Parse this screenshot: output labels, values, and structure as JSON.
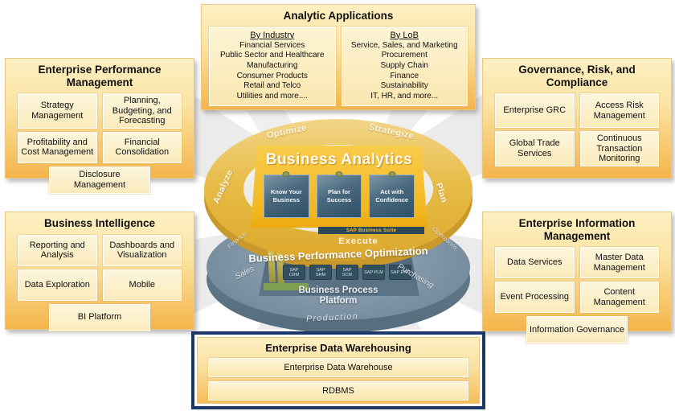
{
  "colors": {
    "panel_gradient_top": "#FDF0C2",
    "panel_gradient_bottom": "#F4B44A",
    "item_chip_bg": "#FCF1CC",
    "highlight_border": "#1B3768",
    "ring_gold": "#E5B73E",
    "disc_blue": "#7E94A4",
    "card_blue": "#3F6076"
  },
  "panels": {
    "analytic_applications": {
      "title": "Analytic Applications",
      "columns": [
        {
          "heading": "By Industry",
          "items": [
            "Financial Services",
            "Public Sector and Healthcare",
            "Manufacturing",
            "Consumer Products",
            "Retail and Telco",
            "Utilities and more...."
          ]
        },
        {
          "heading": "By LoB",
          "items": [
            "Service, Sales, and Marketing",
            "Procurement",
            "Supply Chain",
            "Finance",
            "Sustainability",
            "IT, HR, and more..."
          ]
        }
      ]
    },
    "enterprise_performance_management": {
      "title": "Enterprise Performance Management",
      "items": [
        "Strategy Management",
        "Planning, Budgeting, and Forecasting",
        "Profitability and Cost Management",
        "Financial Consolidation",
        "Disclosure Management"
      ]
    },
    "governance_risk_compliance": {
      "title": "Governance, Risk, and Compliance",
      "items": [
        "Enterprise GRC",
        "Access Risk Management",
        "Global Trade Services",
        "Continuous Transaction Monitoring"
      ]
    },
    "business_intelligence": {
      "title": "Business Intelligence",
      "items": [
        "Reporting and Analysis",
        "Dashboards and Visualization",
        "Data Exploration",
        "Mobile",
        "BI Platform"
      ]
    },
    "enterprise_information_management": {
      "title": "Enterprise Information Management",
      "items": [
        "Data Services",
        "Master Data Management",
        "Event Processing",
        "Content Management",
        "Information Governance"
      ]
    },
    "enterprise_data_warehousing": {
      "title": "Enterprise Data Warehousing",
      "items": [
        "Enterprise Data Warehouse",
        "RDBMS"
      ]
    }
  },
  "center_graphic": {
    "ring_labels": {
      "top_left": "Optimize",
      "top_right": "Strategize",
      "left": "Analyze",
      "right": "Plan"
    },
    "hub_title": "Business Analytics",
    "hub_cards": [
      "Know Your Business",
      "Plan for Success",
      "Act with Confidence"
    ],
    "suite_label": "SAP Business Suite",
    "execute_label": "Execute",
    "optimization_label": "Business Performance Optimization",
    "platform_label": "Business Process Platform",
    "platform_modules": [
      "SAP CRM",
      "SAP SRM",
      "SAP SCM",
      "SAP PLM",
      "SAP ERP"
    ],
    "disc_labels": {
      "left": "Sales",
      "bottom": "Production",
      "right": "Purchasing",
      "top_left": "Finance",
      "top_right": "Operations"
    }
  }
}
